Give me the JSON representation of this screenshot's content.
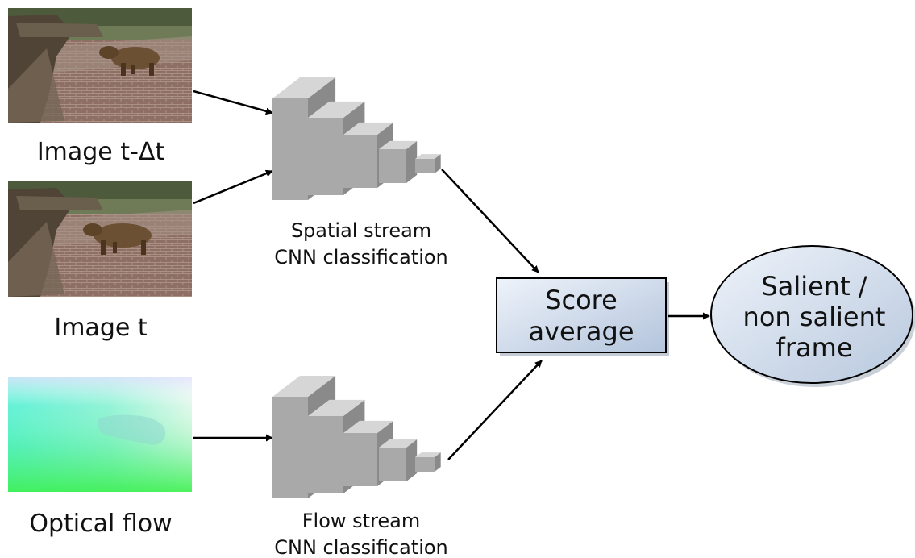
{
  "inputs": [
    {
      "id": "image_prev",
      "label": "Image t-Δt",
      "icon": "bear-photo-icon"
    },
    {
      "id": "image_curr",
      "label": "Image t",
      "icon": "bear-photo-icon"
    },
    {
      "id": "optical_flow",
      "label": "Optical flow",
      "icon": "optical-flow-map-icon"
    }
  ],
  "streams": {
    "spatial": {
      "line1": "Spatial stream",
      "line2": "CNN classification",
      "icon": "cnn-layers-icon"
    },
    "flow": {
      "line1": "Flow stream",
      "line2": "CNN classification",
      "icon": "cnn-layers-icon"
    }
  },
  "fusion": {
    "line1": "Score",
    "line2": "average"
  },
  "output": {
    "line1": "Salient /",
    "line2": "non salient",
    "line3": "frame"
  },
  "colors": {
    "box_fill_light": "#eaf0f8",
    "box_fill_dark": "#b7c8df",
    "stroke": "#000000",
    "cnn_front": "#a9a9a9",
    "cnn_top": "#d6d6d6",
    "cnn_side": "#8a8a8a",
    "flow_cyan": "#5ff3e6",
    "flow_green": "#44ee55",
    "flow_white": "#f4f4ff"
  }
}
